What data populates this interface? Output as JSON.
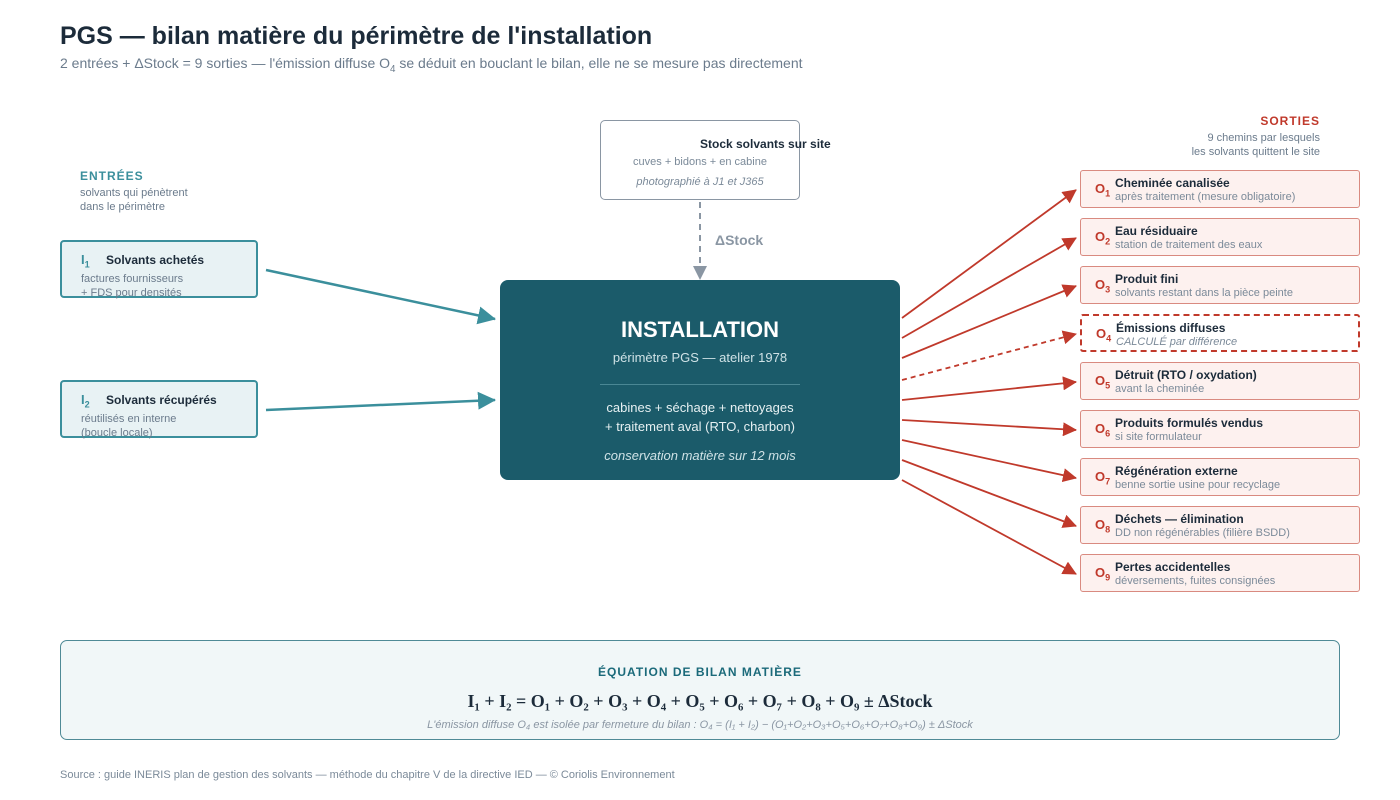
{
  "header": {
    "title": "PGS — bilan matière du périmètre de l'installation",
    "subtitle_pre": "2 entrées + ΔStock = 9 sorties — l'émission diffuse O",
    "subtitle_sub": "4",
    "subtitle_post": " se déduit en bouclant le bilan, elle ne se mesure pas directement"
  },
  "entrees": {
    "title": "ENTRÉES",
    "note1": "solvants qui pénètrent",
    "note2": "dans le périmètre",
    "items": [
      {
        "letter": "I",
        "index": "1",
        "label": "Solvants achetés",
        "desc1": "factures fournisseurs",
        "desc2": "+ FDS pour densités"
      },
      {
        "letter": "I",
        "index": "2",
        "label": "Solvants récupérés",
        "desc1": "réutilisés en interne",
        "desc2": "(boucle locale)"
      }
    ]
  },
  "stock": {
    "title": "Stock solvants sur site",
    "line1": "cuves + bidons + en cabine",
    "line2": "photographié à J1 et J365",
    "delta_label": "ΔStock"
  },
  "installation": {
    "title": "INSTALLATION",
    "subtitle": "périmètre PGS — atelier 1978",
    "line1": "cabines + séchage + nettoyages",
    "line2": "+ traitement aval (RTO, charbon)",
    "line3": "conservation matière sur 12 mois"
  },
  "sorties": {
    "title": "SORTIES",
    "note1": "9 chemins par lesquels",
    "note2": "les solvants quittent le site",
    "items": [
      {
        "letter": "O",
        "index": "1",
        "label": "Cheminée canalisée",
        "desc": "après traitement (mesure obligatoire)",
        "calculated": false
      },
      {
        "letter": "O",
        "index": "2",
        "label": "Eau résiduaire",
        "desc": "station de traitement des eaux",
        "calculated": false
      },
      {
        "letter": "O",
        "index": "3",
        "label": "Produit fini",
        "desc": "solvants restant dans la pièce peinte",
        "calculated": false
      },
      {
        "letter": "O",
        "index": "4",
        "label": "Émissions diffuses",
        "desc": "CALCULÉ par différence",
        "calculated": true
      },
      {
        "letter": "O",
        "index": "5",
        "label": "Détruit (RTO / oxydation)",
        "desc": "avant la cheminée",
        "calculated": false
      },
      {
        "letter": "O",
        "index": "6",
        "label": "Produits formulés vendus",
        "desc": "si site formulateur",
        "calculated": false
      },
      {
        "letter": "O",
        "index": "7",
        "label": "Régénération externe",
        "desc": "benne sortie usine pour recyclage",
        "calculated": false
      },
      {
        "letter": "O",
        "index": "8",
        "label": "Déchets — élimination",
        "desc": "DD non régénérables (filière BSDD)",
        "calculated": false
      },
      {
        "letter": "O",
        "index": "9",
        "label": "Pertes accidentelles",
        "desc": "déversements, fuites consignées",
        "calculated": false
      }
    ]
  },
  "equation": {
    "title": "ÉQUATION DE BILAN MATIÈRE",
    "main": "I₁ + I₂ = O₁ + O₂ + O₃ + O₄ + O₅ + O₆ + O₇ + O₈ + O₉ ± ΔStock",
    "note": "L'émission diffuse O₄ est isolée par fermeture du bilan : O₄ = (I₁ + I₂) − (O₁+O₂+O₃+O₅+O₆+O₇+O₈+O₉) ± ΔStock"
  },
  "source": "Source : guide INERIS plan de gestion des solvants — méthode du chapitre V de la directive IED — © Coriolis Environnement",
  "colors": {
    "input": "#3b8f9c",
    "output": "#c0392b",
    "installation": "#1b5b6a",
    "stock": "#8a96a3"
  }
}
